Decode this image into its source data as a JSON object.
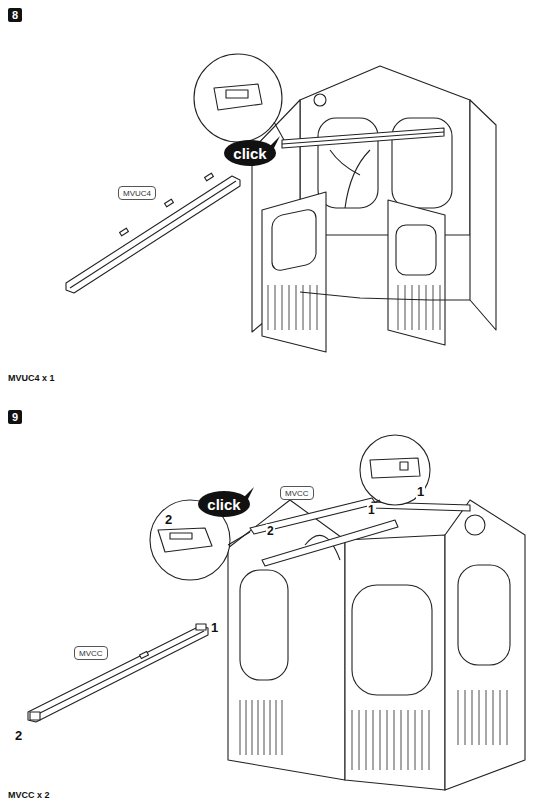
{
  "diagram": {
    "nodes": [
      {
        "text": [
          "8"
        ]
      },
      {
        "text": [
          "click"
        ]
      },
      {
        "text": [
          "MVUC4"
        ]
      },
      {
        "text": [
          "9"
        ]
      },
      {
        "text": [
          "MVCC"
        ]
      },
      {
        "text": [
          "click"
        ]
      },
      {
        "text": [
          "MVCC"
        ]
      }
    ],
    "labels": [
      "MVUC4 x 1",
      "1",
      "2",
      "1",
      "2",
      "1",
      "2",
      "MVCC x 2"
    ]
  }
}
